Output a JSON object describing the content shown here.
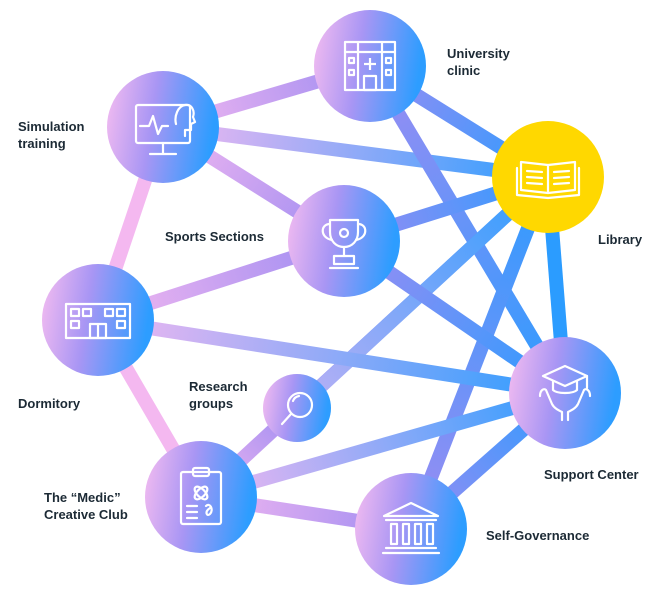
{
  "colors": {
    "blue": "#2b9cff",
    "violet": "#9d8cf2",
    "pink": "#f4b8f0",
    "library": "#ffd800",
    "icon": "#ffffff",
    "text": "#1c2a35"
  },
  "nodes": {
    "university_clinic": {
      "label_line1": "University",
      "label_line2": "clinic",
      "icon": "hospital-icon"
    },
    "simulation_training": {
      "label_line1": "Simulation",
      "label_line2": "training",
      "icon": "monitor-heartbeat-icon"
    },
    "library": {
      "label": "Library",
      "icon": "open-book-icon"
    },
    "sports_sections": {
      "label": "Sports Sections",
      "icon": "trophy-icon"
    },
    "dormitory": {
      "label": "Dormitory",
      "icon": "building-icon"
    },
    "research_groups": {
      "label_line1": "Research",
      "label_line2": "groups",
      "icon": "magnifier-icon"
    },
    "support_center": {
      "label": "Support Center",
      "icon": "graduation-cap-hands-icon"
    },
    "medic_club": {
      "label_line1": "The “Medic”",
      "label_line2": "Creative Club",
      "icon": "clipboard-icon"
    },
    "self_governance": {
      "label": "Self-Governance",
      "icon": "institution-icon"
    }
  },
  "edges": [
    [
      "simulation_training",
      "university_clinic"
    ],
    [
      "simulation_training",
      "library"
    ],
    [
      "simulation_training",
      "sports_sections"
    ],
    [
      "simulation_training",
      "dormitory"
    ],
    [
      "university_clinic",
      "library"
    ],
    [
      "university_clinic",
      "support_center"
    ],
    [
      "library",
      "sports_sections"
    ],
    [
      "library",
      "support_center"
    ],
    [
      "library",
      "self_governance"
    ],
    [
      "library",
      "research_groups"
    ],
    [
      "library",
      "medic_club"
    ],
    [
      "sports_sections",
      "dormitory"
    ],
    [
      "sports_sections",
      "support_center"
    ],
    [
      "dormitory",
      "support_center"
    ],
    [
      "dormitory",
      "medic_club"
    ],
    [
      "research_groups",
      "medic_club"
    ],
    [
      "medic_club",
      "support_center"
    ],
    [
      "medic_club",
      "self_governance"
    ],
    [
      "support_center",
      "self_governance"
    ]
  ]
}
